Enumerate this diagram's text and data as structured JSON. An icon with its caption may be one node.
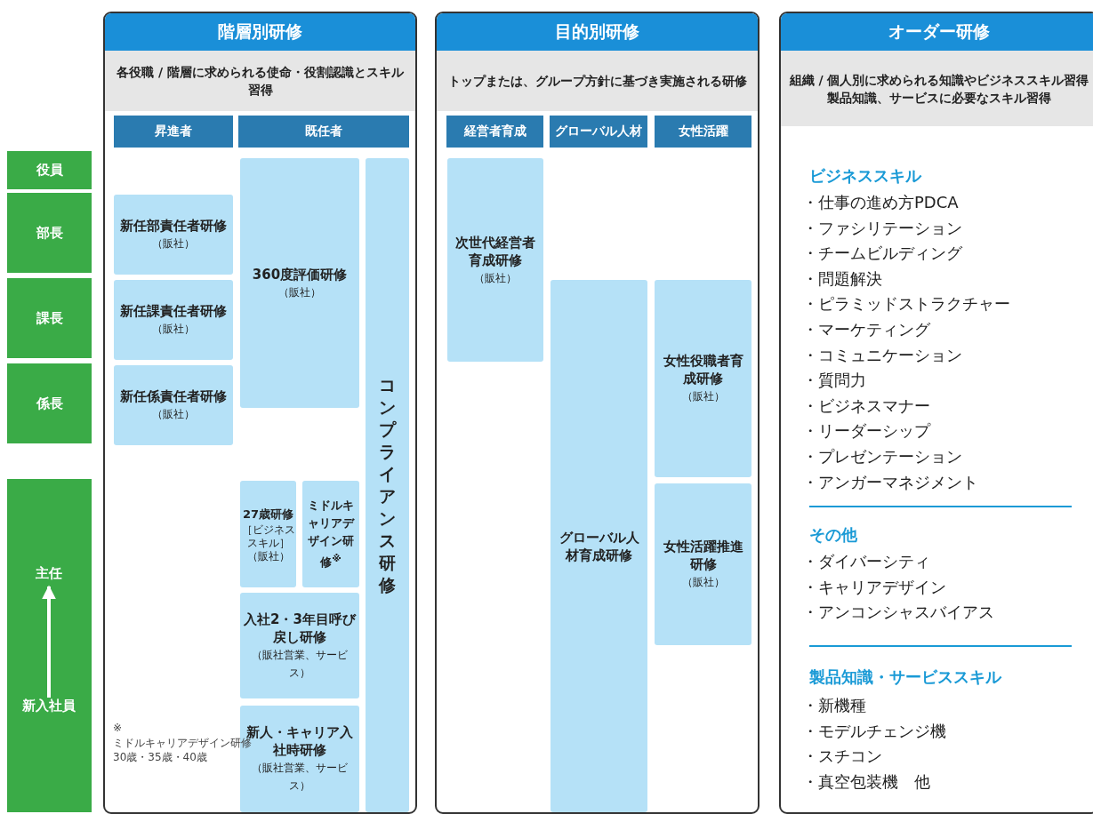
{
  "diagram": {
    "nodes": [
      {
        "text": [
          "役員"
        ]
      },
      {
        "text": [
          "部長"
        ]
      },
      {
        "text": [
          "課長"
        ]
      },
      {
        "text": [
          "係長"
        ]
      },
      {
        "text": [],
        "shape": "bar"
      },
      {
        "text": [
          "主任"
        ],
        "in": 4
      },
      {
        "text": [
          "新入社員"
        ],
        "in": 4
      },
      {
        "text": [
          "階層別研修",
          "各役職 / 階層に求められる使命・役割認識とスキル習得"
        ]
      },
      {
        "text": [
          "昇進者"
        ],
        "in": 7
      },
      {
        "text": [
          "既任者"
        ],
        "in": 7
      },
      {
        "text": [
          "新任部責任者研修",
          "（販社）"
        ],
        "in": 7
      },
      {
        "text": [
          "新任課責任者研修",
          "（販社）"
        ],
        "in": 7
      },
      {
        "text": [
          "新任係責任者研修",
          "（販社）"
        ],
        "in": 7
      },
      {
        "text": [
          "360度評価研修",
          "（販社）"
        ],
        "in": 7
      },
      {
        "text": [
          "コンプライアンス研修"
        ],
        "in": 7
      },
      {
        "text": [
          "27歳研修",
          "［ビジネススキル］",
          "（販社）"
        ],
        "in": 7
      },
      {
        "text": [
          "ミドルキャリアデザイン研修$^{※}$"
        ],
        "in": 7
      },
      {
        "text": [
          "入社2・3年目呼び戻し研修",
          "（販社営業、サービス）"
        ],
        "in": 7
      },
      {
        "text": [
          "新人・キャリア入社時研修",
          "（販社営業、サービス）"
        ],
        "in": 7
      },
      {
        "text": [
          "目的別研修",
          "トップまたは、グループ方針に基づき実施される研修"
        ]
      },
      {
        "text": [
          "経営者育成"
        ],
        "in": 19
      },
      {
        "text": [
          "グローバル人材"
        ],
        "in": 19
      },
      {
        "text": [
          "女性活躍"
        ],
        "in": 19
      },
      {
        "text": [
          "次世代経営者育成研修",
          "（販社）"
        ],
        "in": 19
      },
      {
        "text": [
          "グローバル人材育成研修"
        ],
        "in": 19
      },
      {
        "text": [
          "女性役職者育成研修",
          "（販社）"
        ],
        "in": 19
      },
      {
        "text": [
          "女性活躍推進研修",
          "（販社）"
        ],
        "in": 19
      },
      {
        "text": [
          "オーダー研修",
          "組織 / 個人別に求められる知識やビジネススキル習得",
          "製品知識、サービスに必要なスキル習得"
        ]
      }
    ],
    "edges": [
      {
        "from": 6,
        "to": 5,
        "arrow": "to"
      }
    ],
    "labels": [
      "※",
      "ミドルキャリアデザイン研修",
      "30歳・35歳・40歳",
      "ビジネススキル",
      "・仕事の進め方PDCA",
      "・ファシリテーション",
      "・チームビルディング",
      "・問題解決",
      "・ピラミッドストラクチャー",
      "・マーケティング",
      "・コミュニケーション",
      "・質問力",
      "・ビジネスマナー",
      "・リーダーシップ",
      "・プレゼンテーション",
      "・アンガーマネジメント",
      "その他",
      "・ダイバーシティ",
      "・キャリアデザイン",
      "・アンコンシャスバイアス",
      "製品知識・サービススキル",
      "・新機種",
      "・モデルチェンジ機",
      "・スチコン",
      "・真空包装機　他"
    ]
  }
}
